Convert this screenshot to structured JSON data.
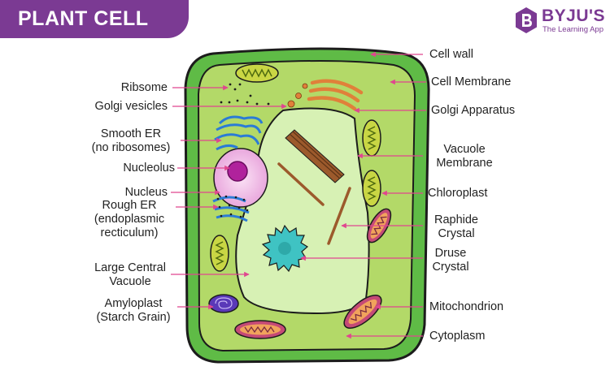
{
  "title": "PLANT CELL",
  "brand": {
    "name": "BYJU'S",
    "tagline": "The Learning App"
  },
  "labels": {
    "ribosome": "Ribsome",
    "golgi_vesicles": "Golgi vesicles",
    "smooth_er": "Smooth ER\n(no ribosomes)",
    "nucleolus": "Nucleolus",
    "nucleus": "Nucleus",
    "rough_er": "Rough ER\n(endoplasmic\nrecticulum)",
    "large_central_vacuole": "Large Central\nVacuole",
    "amyloplast": "Amyloplast\n(Starch Grain)",
    "cell_wall": "Cell wall",
    "cell_membrane": "Cell Membrane",
    "golgi_apparatus": "Golgi Apparatus",
    "vacuole_membrane": "Vacuole\nMembrane",
    "chloroplast": "Chloroplast",
    "raphide_crystal": "Raphide\nCrystal",
    "druse_crystal": "Druse\nCrystal",
    "mitochondrion": "Mitochondrion",
    "cytoplasm": "Cytoplasm"
  },
  "colors": {
    "banner": "#7b3a93",
    "cell_wall": "#5fbb46",
    "cytoplasm": "#b3d968",
    "vacuole": "#d7f1b4",
    "pointer": "#e0468f",
    "nucleus": "#efb8e8",
    "nucleolus": "#b0229c",
    "druse": "#3fc3c3",
    "amyloplast": "#5a39b8",
    "mitochondrion": "#c54a76"
  }
}
